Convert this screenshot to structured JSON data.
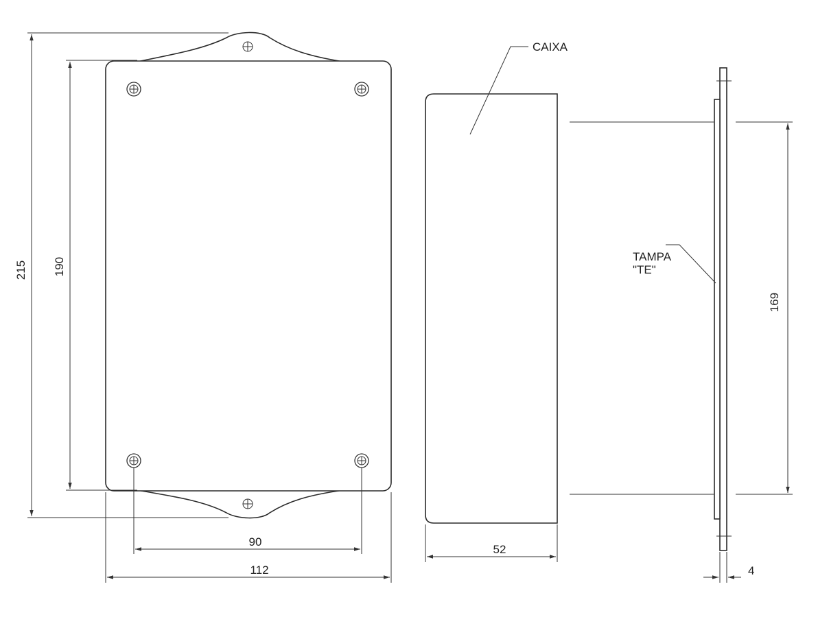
{
  "labels": {
    "box": "CAIXA",
    "lid_line1": "TAMPA",
    "lid_line2": "\"TE\""
  },
  "dimensions": {
    "overall_height": "215",
    "plate_height": "190",
    "hole_spacing": "90",
    "width": "112",
    "depth": "52",
    "inner_height": "169",
    "lid_thickness": "4"
  },
  "colors": {
    "line": "#333333",
    "background": "#ffffff"
  }
}
